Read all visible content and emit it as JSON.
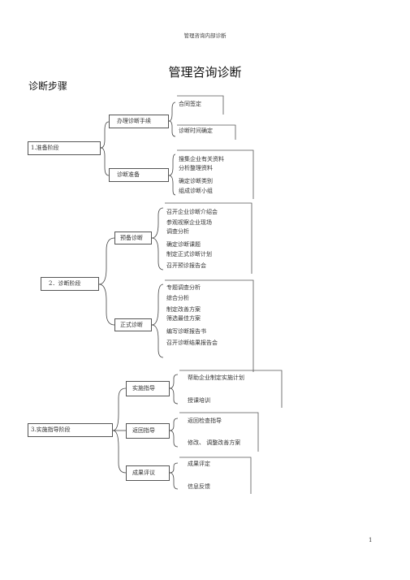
{
  "page": {
    "header": "管理咨询内部诊断",
    "title": "管理咨询诊断",
    "subtitle": "诊断步骤",
    "page_number": "1"
  },
  "stages": [
    {
      "label": "1.准备阶段",
      "steps": [
        {
          "label": "办理诊断手续",
          "items": [
            "合同签定",
            "诊断时间确定"
          ]
        },
        {
          "label": "诊断准备",
          "items": [
            "搜集企业有关资料",
            "分析整理资料",
            "确定诊断类别",
            "组成诊断小组"
          ]
        }
      ]
    },
    {
      "label": "2．诊断阶段",
      "steps": [
        {
          "label": "预备诊断",
          "items": [
            "召开企业诊断介绍会",
            "参观视察企业现场",
            "调查分析",
            "确定诊断课题",
            "制定正式诊断计划",
            "召开预诊报告会"
          ]
        },
        {
          "label": "正式诊断",
          "items": [
            "专题调查分析",
            "综合分析",
            "制定改善方案",
            "筛选最佳方案",
            "编写诊断报告书",
            "召开诊断结果报告会"
          ]
        }
      ]
    },
    {
      "label": "3.实施指导阶段",
      "steps": [
        {
          "label": "实施指导",
          "items": [
            "帮助企业制定实施计划",
            "授课培训"
          ]
        },
        {
          "label": "返回指导",
          "items": [
            "返回检查指导",
            "修改、 调整改善方案"
          ]
        },
        {
          "label": "成果评议",
          "items": [
            "成果评定",
            "信息反馈"
          ]
        }
      ]
    }
  ]
}
